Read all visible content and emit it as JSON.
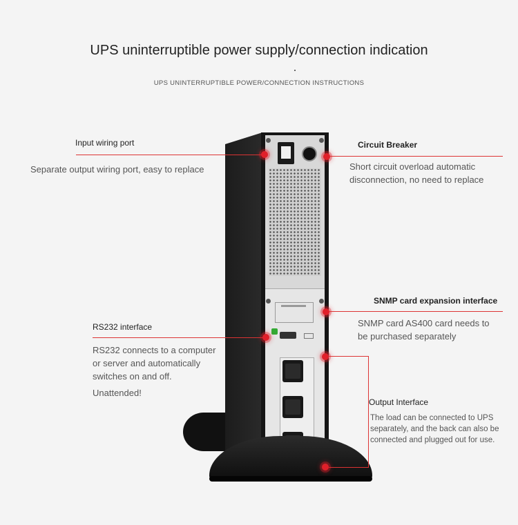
{
  "header": {
    "title": "UPS uninterruptible power supply/connection indication",
    "subtitle": "UPS UNINTERRUPTIBLE POWER/CONNECTION INSTRUCTIONS"
  },
  "annotations": {
    "input_port": {
      "label": "Input wiring port",
      "description": "Separate output wiring port, easy to replace"
    },
    "circuit_breaker": {
      "label": "Circuit Breaker",
      "description_line1": "Short circuit overload automatic",
      "description_line2": "disconnection, no need to replace"
    },
    "snmp": {
      "label": "SNMP card expansion interface",
      "description_line1": "SNMP card AS400 card needs to",
      "description_line2": "be purchased separately"
    },
    "rs232": {
      "label": "RS232 interface",
      "description_line1": "RS232 connects to a computer",
      "description_line2": "or server and automatically",
      "description_line3": "switches on and off.",
      "description_line4": "Unattended!"
    },
    "output": {
      "label": "Output Interface",
      "description_line1": "The load can be connected to UPS",
      "description_line2": "separately, and the back can also be",
      "description_line3": "connected and plugged out for use."
    }
  },
  "colors": {
    "accent": "#e0202a",
    "background": "#f4f4f4"
  }
}
